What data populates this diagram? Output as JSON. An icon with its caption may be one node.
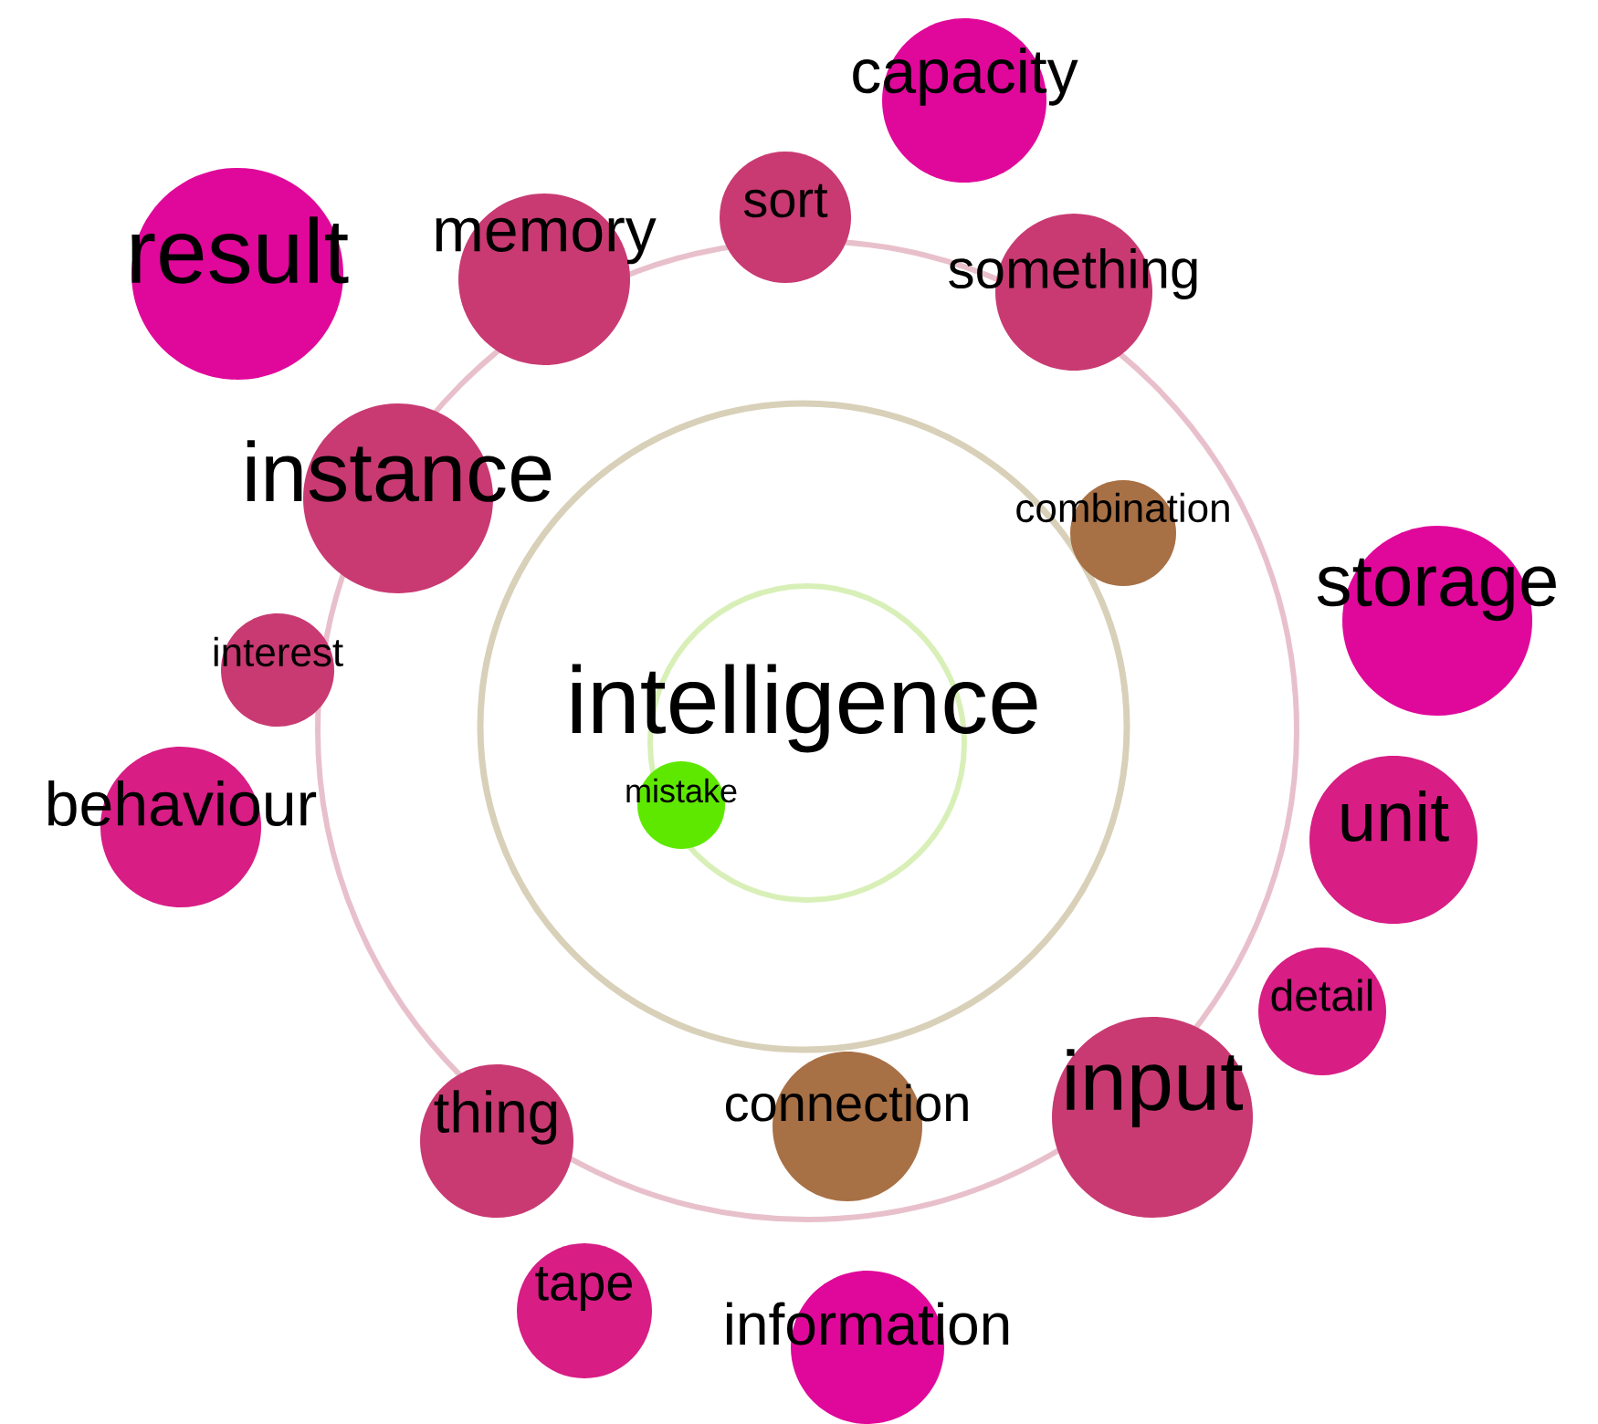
{
  "diagram": {
    "nodes": [
      {
        "text": [
          "capacity"
        ]
      },
      {
        "text": [
          "result"
        ]
      },
      {
        "text": [
          "memory"
        ]
      },
      {
        "text": [
          "sort"
        ]
      },
      {
        "text": [
          "something"
        ]
      },
      {
        "text": [
          "instance"
        ]
      },
      {
        "text": [
          "combination"
        ]
      },
      {
        "text": [
          "storage"
        ]
      },
      {
        "text": [
          "interest"
        ]
      },
      {
        "text": [
          "mistake"
        ]
      },
      {
        "text": [
          "behaviour"
        ]
      },
      {
        "text": [
          "unit"
        ]
      },
      {
        "text": [
          "detail"
        ]
      },
      {
        "text": [
          "input"
        ]
      },
      {
        "text": [
          "connection"
        ]
      },
      {
        "text": [
          "thing"
        ]
      },
      {
        "text": [
          "tape"
        ]
      },
      {
        "text": [
          "information"
        ]
      }
    ],
    "labels": [
      "intelligence"
    ]
  }
}
